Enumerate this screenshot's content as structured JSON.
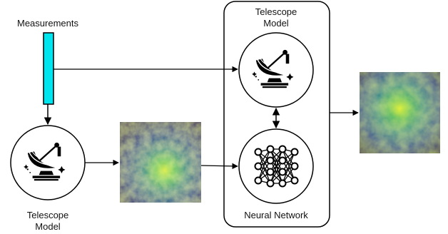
{
  "diagram": {
    "measurements_label": "Measurements",
    "telescope_top": {
      "line1": "Telescope",
      "line2": "Model"
    },
    "telescope_bottom": {
      "line1": "Telescope",
      "line2": "Model"
    },
    "neural_network_label": "Neural Network",
    "colors": {
      "measurement_bar": "#00e5ee",
      "stroke": "#000000",
      "heat_dark": "#3b1a63",
      "heat_mid": "#2a8a8c",
      "heat_bright": "#c9e83a"
    },
    "icons": {
      "telescope": "radio-telescope-dish-icon",
      "neural_network": "neural-network-icon",
      "sky_image": "sky-map-heatmap"
    }
  }
}
